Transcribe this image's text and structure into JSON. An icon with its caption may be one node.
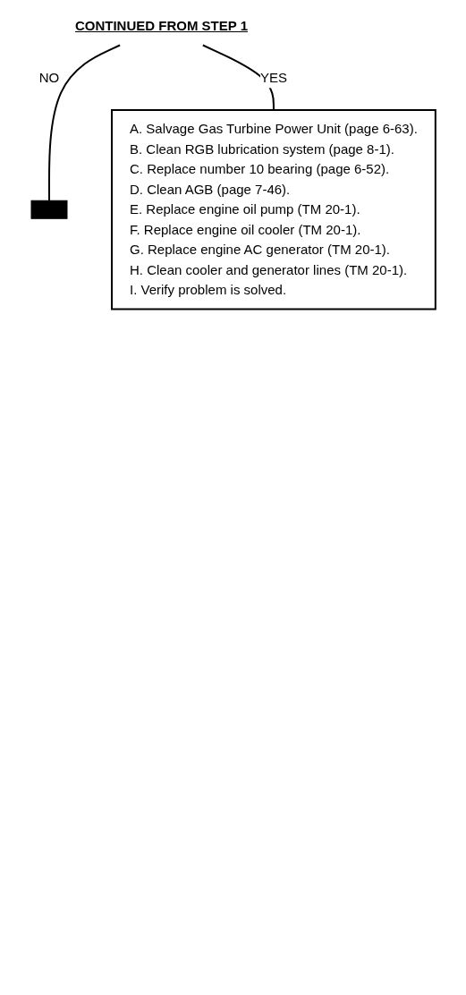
{
  "diagram": {
    "nodes": [
      {
        "text": [
          "CONTINUED FROM STEP 1"
        ]
      },
      {
        "text": [
          "A. Salvage Gas Turbine Power Unit (page 6-63).",
          "B. Clean RGB lubrication system (page 8-1).",
          "C. Replace number 10 bearing (page 6-52).",
          "D. Clean AGB (page 7-46).",
          "E. Replace engine oil pump (TM 20-1).",
          "F. Replace engine oil cooler (TM 20-1).",
          "G. Replace engine AC generator (TM 20-1).",
          "H. Clean cooler and generator lines (TM 20-1).",
          "I. Verify problem is solved."
        ]
      },
      {
        "text": [],
        "shape": "bar"
      }
    ],
    "edges": [
      {
        "from": 0,
        "to": 2,
        "label": "NO",
        "arrow": "none"
      },
      {
        "from": 0,
        "to": 1,
        "label": "YES",
        "arrow": "none"
      }
    ]
  }
}
